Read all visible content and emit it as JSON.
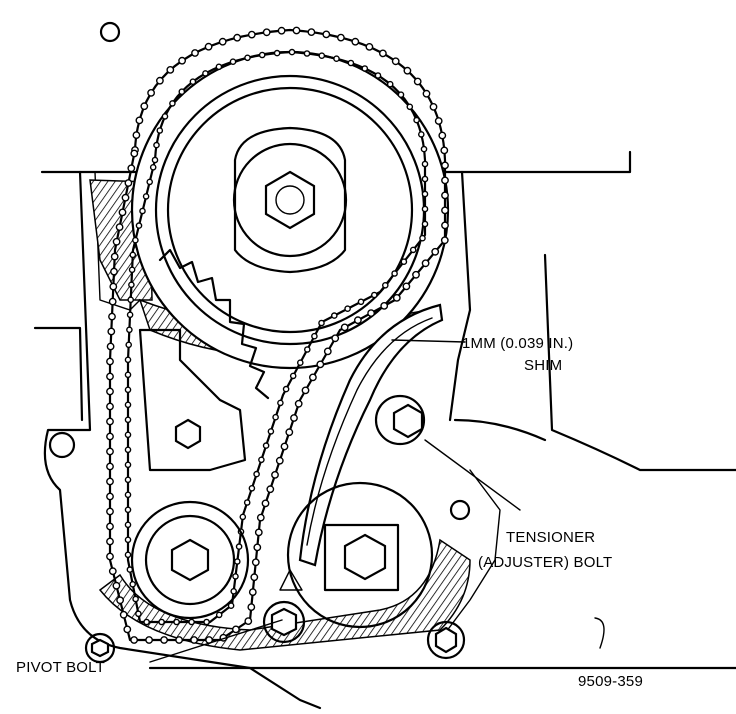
{
  "figure": {
    "callouts": {
      "shim_line1": "1MM (0.039 IN.)",
      "shim_line2": "SHIM",
      "tensioner_line1": "TENSIONER",
      "tensioner_line2": "(ADJUSTER) BOLT",
      "pivot": "PIVOT BOLT"
    },
    "figure_id": "9509-359"
  }
}
